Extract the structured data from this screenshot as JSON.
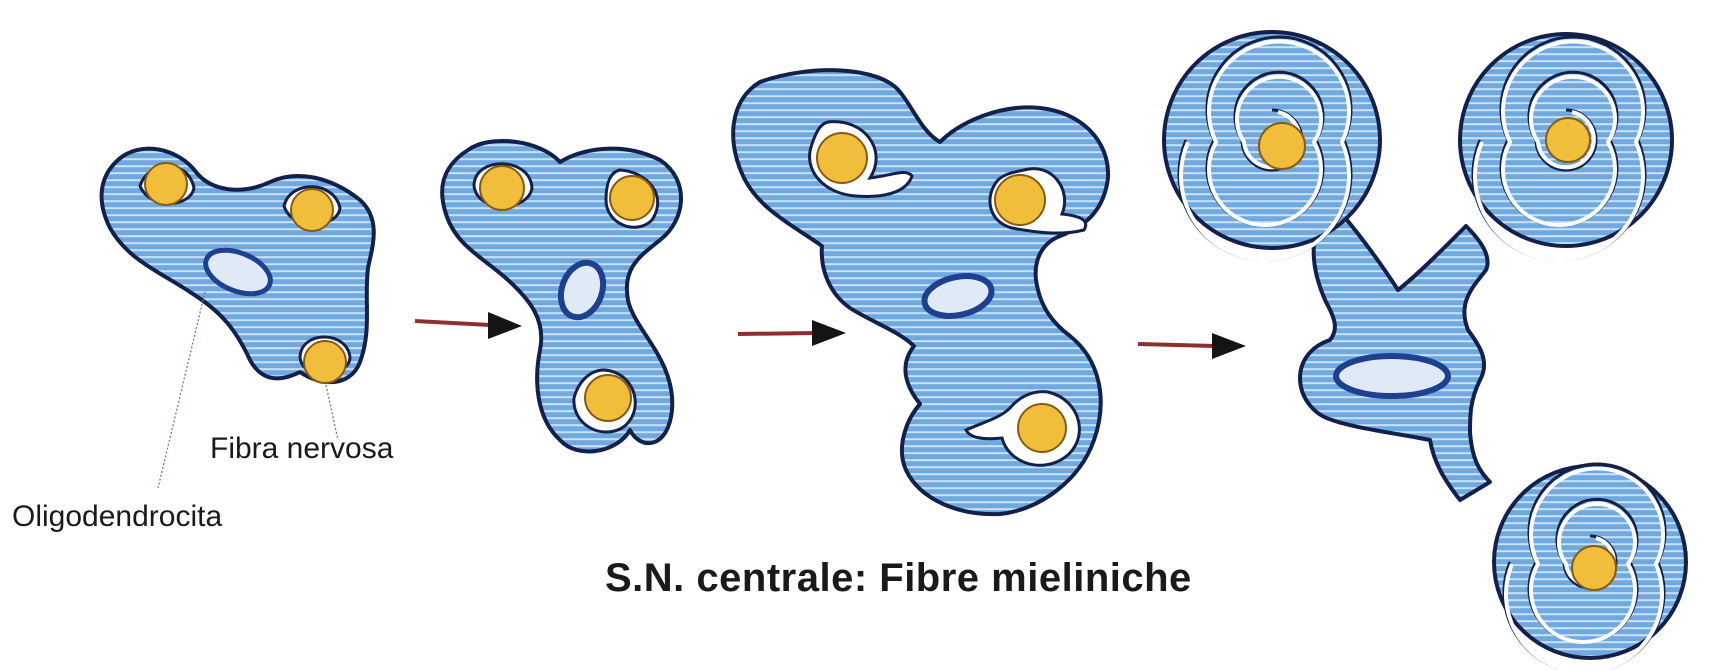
{
  "labels": {
    "nerve_fiber": "Fibra nervosa",
    "oligodendrocyte": "Oligodendrocita",
    "title": "S.N. centrale: Fibre mieliniche"
  },
  "colors": {
    "cytoplasm": "#6fa9df",
    "stripe": "#c9e2f7",
    "outline": "#12204a",
    "nucleus": "#1f3f8f",
    "axon": "#f0be3a",
    "arrow_line": "#8e2f2f",
    "arrow_head": "#141414"
  },
  "stages": [
    "stage-1-processes-contact-fibers",
    "stage-2-processes-enclose-fibers",
    "stage-3-lamellae-begin-wrapping",
    "stage-4-myelin-spirals-complete"
  ]
}
